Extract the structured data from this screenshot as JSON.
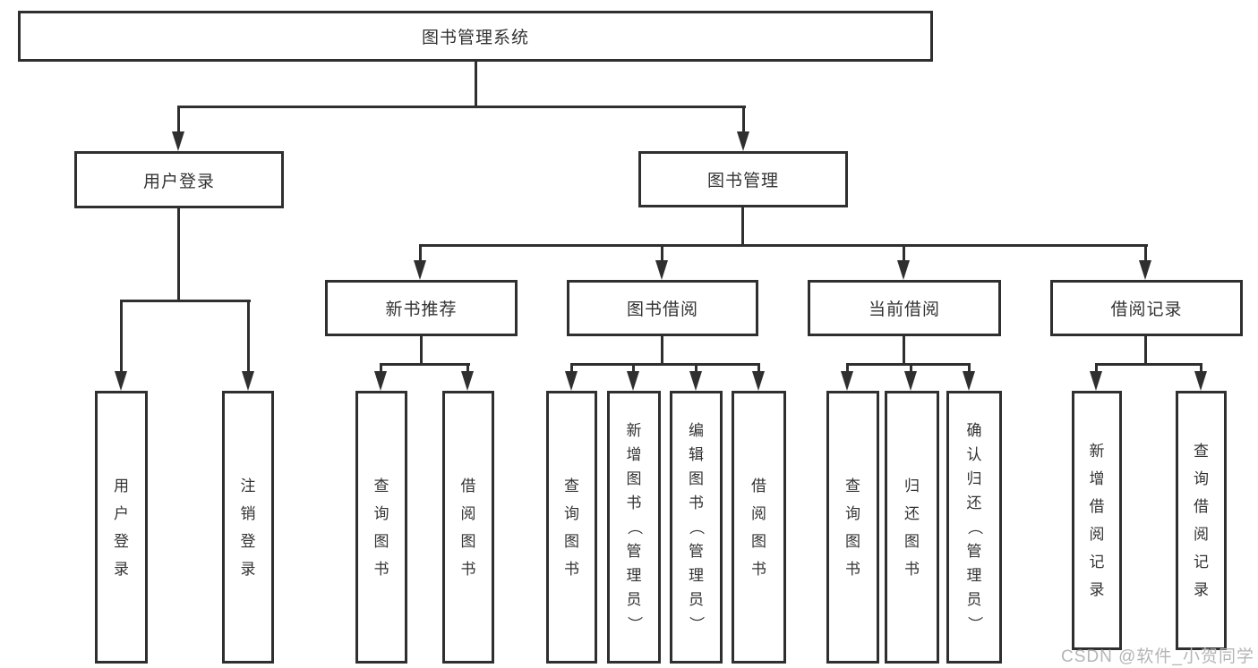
{
  "diagram": {
    "colors": {
      "line": "#2f2f2f",
      "text": "#333333",
      "background": "#ffffff",
      "watermark": "#b5b5b5"
    },
    "tree": {
      "label": "图书管理系统",
      "children": [
        {
          "label": "用户登录",
          "children": [
            {
              "label": "用户登录"
            },
            {
              "label": "注销登录"
            }
          ]
        },
        {
          "label": "图书管理",
          "children": [
            {
              "label": "新书推荐",
              "children": [
                {
                  "label": "查询图书"
                },
                {
                  "label": "借阅图书"
                }
              ]
            },
            {
              "label": "图书借阅",
              "children": [
                {
                  "label": "查询图书"
                },
                {
                  "label": "新增图书（管理员）"
                },
                {
                  "label": "编辑图书（管理员）"
                },
                {
                  "label": "借阅图书"
                }
              ]
            },
            {
              "label": "当前借阅",
              "children": [
                {
                  "label": "查询图书"
                },
                {
                  "label": "归还图书"
                },
                {
                  "label": "确认归还（管理员）"
                }
              ]
            },
            {
              "label": "借阅记录",
              "children": [
                {
                  "label": "新增借阅记录"
                },
                {
                  "label": "查询借阅记录"
                }
              ]
            }
          ]
        }
      ]
    },
    "watermark": {
      "text": "CSDN @软件_小贺同学"
    }
  }
}
